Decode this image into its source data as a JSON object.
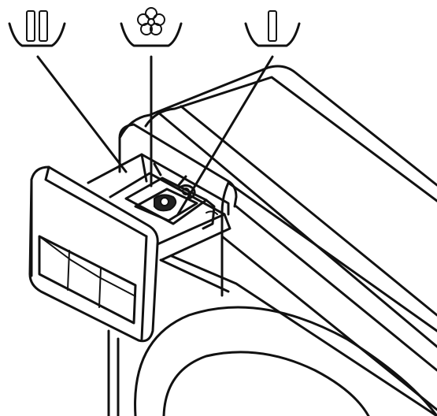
{
  "diagram": {
    "symbols": [
      {
        "icon": "prewash-compartment-icon",
        "meaning": "II"
      },
      {
        "icon": "fabric-softener-compartment-icon",
        "meaning": "flower"
      },
      {
        "icon": "main-wash-compartment-icon",
        "meaning": "I"
      }
    ],
    "colors": {
      "line": "#111111",
      "background": "#ffffff"
    }
  }
}
